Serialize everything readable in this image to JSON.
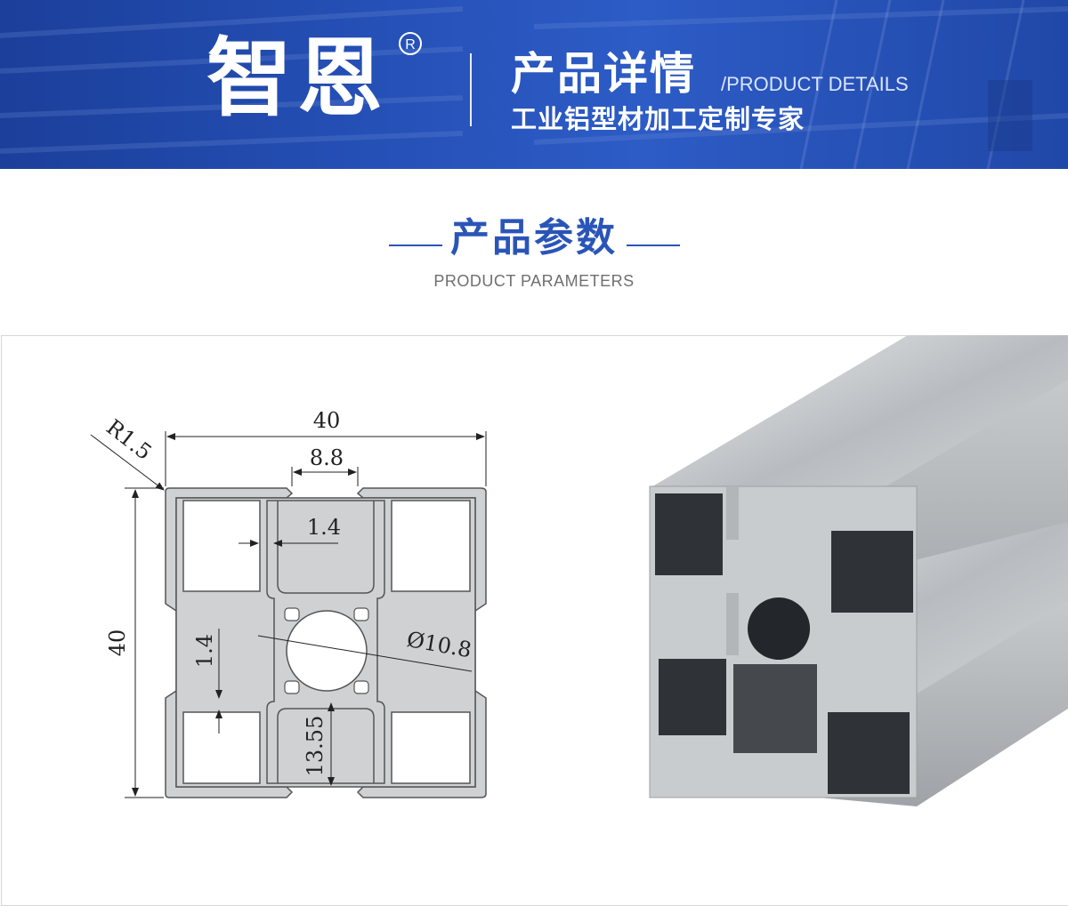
{
  "banner": {
    "brand": "智恩",
    "registered_mark": "R",
    "title": "产品详情",
    "title_en": "/PRODUCT DETAILS",
    "subtitle": "工业铝型材加工定制专家"
  },
  "section": {
    "title": "产品参数",
    "subtitle": "PRODUCT PARAMETERS"
  },
  "drawing": {
    "width_label": "40",
    "height_label": "40",
    "radius_label": "R1.5",
    "slot_label": "8.8",
    "wall_label_horizontal": "1.4",
    "wall_label_vertical": "1.4",
    "hole_label": "Ø10.8",
    "depth_label": "13.55"
  },
  "colors": {
    "brand_blue": "#2a55b8",
    "banner_blue": "#2550b6",
    "profile_fill": "#cfd1d3",
    "profile_stroke": "#555555"
  }
}
